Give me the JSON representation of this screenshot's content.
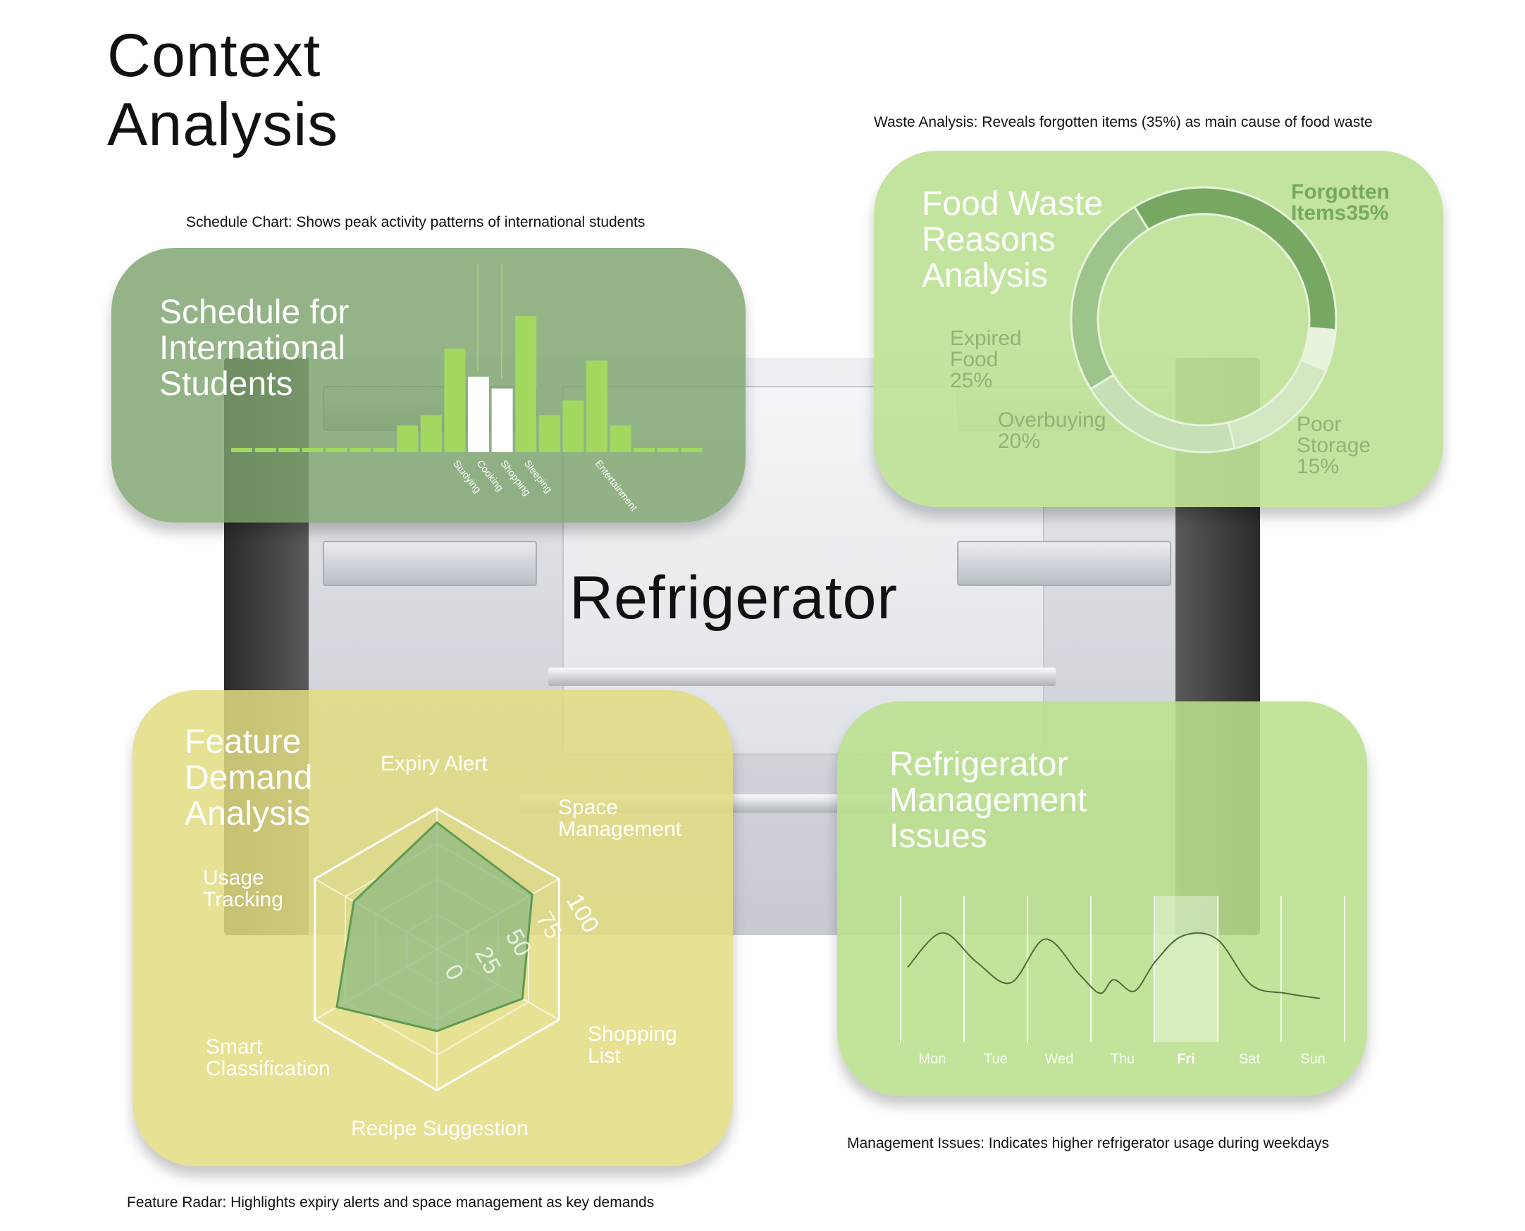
{
  "page": {
    "title": "Context\nAnalysis",
    "center_label": "Refrigerator"
  },
  "captions": {
    "schedule": "Schedule Chart: Shows peak activity patterns of international students",
    "waste": "Waste Analysis: Reveals forgotten items (35%) as main cause of food waste",
    "radar": "Feature Radar: Highlights expiry alerts and space management as key demands",
    "mgmt": "Management Issues: Indicates higher refrigerator usage during weekdays"
  },
  "colors": {
    "schedule_card": "#7ca46e",
    "waste_card": "#bee296",
    "radar_card": "#e2dc80",
    "mgmt_card": "#bae08c",
    "bar_green": "#a2d860",
    "bar_white": "#ffffff",
    "donut_dark": "#76a862",
    "donut_mid": "#9dc48a",
    "donut_light": "#d2e6c2",
    "donut_pale": "#e8f3de",
    "radar_fill": "#8cb982",
    "radar_stroke": "#5e9a52",
    "line_stroke": "#4d6b3c"
  },
  "chart_data": [
    {
      "type": "bar",
      "title": "Schedule for\nInternational\nStudents",
      "values": [
        2,
        2,
        2,
        2,
        2,
        2,
        2,
        18,
        25,
        70,
        51,
        43,
        92,
        25,
        35,
        62,
        18,
        2,
        2,
        2
      ],
      "ylim": [
        0,
        100
      ],
      "highlight": [
        10,
        11
      ],
      "labels": [
        {
          "index": 9,
          "text": "Studying"
        },
        {
          "index": 10,
          "text": "Cooking"
        },
        {
          "index": 11,
          "text": "Shopping"
        },
        {
          "index": 12,
          "text": "Sleeping"
        },
        {
          "index": 15,
          "text": "Entertainment"
        }
      ]
    },
    {
      "type": "pie",
      "title": "Food Waste\nReasons\nAnalysis",
      "slices": [
        {
          "name": "Forgotten\nItems35%",
          "value": 35,
          "color": "#76a862"
        },
        {
          "name": "gap",
          "value": 5,
          "color": "#e8f3de"
        },
        {
          "name": "Poor\nStorage\n15%",
          "value": 15,
          "color": "#d2e6c2"
        },
        {
          "name": "Overbuying\n20%",
          "value": 20,
          "color": "#c6dfb4"
        },
        {
          "name": "Expired\nFood\n25%",
          "value": 25,
          "color": "#9dc48a"
        }
      ]
    },
    {
      "type": "radar",
      "title": "Feature\nDemand\nAnalysis",
      "axes": [
        "Expiry Alert",
        "Space\nManagement",
        "Shopping\nList",
        "Recipe Suggestion",
        "Smart\nClassification",
        "Usage\nTracking"
      ],
      "values": [
        90,
        78,
        70,
        58,
        82,
        68
      ],
      "rmax": 100,
      "ticks": [
        "0",
        "25",
        "50",
        "75",
        "100"
      ]
    },
    {
      "type": "line",
      "title": "Refrigerator\nManagement\nIssues",
      "categories": [
        "Mon",
        "Tue",
        "Wed",
        "Thu",
        "Fri",
        "Sat",
        "Sun"
      ],
      "highlight": "Fri",
      "x": [
        0,
        0.5,
        1,
        1.5,
        2,
        2.5,
        2.8,
        3,
        3.3,
        3.6,
        4,
        4.5,
        5,
        5.5,
        6
      ],
      "y": [
        45,
        78,
        50,
        30,
        72,
        38,
        20,
        33,
        22,
        50,
        75,
        72,
        28,
        20,
        15
      ],
      "ylim": [
        0,
        100
      ]
    }
  ]
}
